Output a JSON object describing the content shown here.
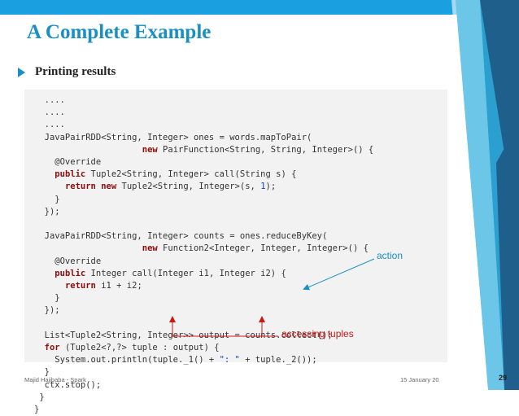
{
  "slide": {
    "title": "A Complete Example",
    "bullet": "Printing results",
    "footer_author": "Majid Hajibaba - Spark",
    "footer_date": "15 January 20",
    "page_number": "29"
  },
  "code_lines": [
    "  ....",
    "  ....",
    "  ....",
    "  JavaPairRDD<String, Integer> ones = words.mapToPair(",
    "                     new PairFunction<String, String, Integer>() {",
    "    @Override",
    "    public Tuple2<String, Integer> call(String s) {",
    "      return new Tuple2<String, Integer>(s, 1);",
    "    }",
    "  });",
    "",
    "  JavaPairRDD<String, Integer> counts = ones.reduceByKey(",
    "                     new Function2<Integer, Integer, Integer>() {",
    "    @Override",
    "    public Integer call(Integer i1, Integer i2) {",
    "      return i1 + i2;",
    "    }",
    "  });",
    "",
    "  List<Tuple2<String, Integer>> output = counts.collect();",
    "  for (Tuple2<?,?> tuple : output) {",
    "    System.out.println(tuple._1() + \": \" + tuple._2());",
    "  }",
    "  ctx.stop();",
    " }",
    "}"
  ],
  "annotations": {
    "action": "action",
    "accessing": "accessing tuples"
  },
  "colors": {
    "accent": "#1a8fc4",
    "top_bar": "#1aa0e0",
    "annotation_red": "#d01515",
    "right_decoration_dark": "#1f5f8c",
    "right_decoration_mid": "#2a9fd0",
    "right_decoration_light": "#6cc6e8"
  }
}
